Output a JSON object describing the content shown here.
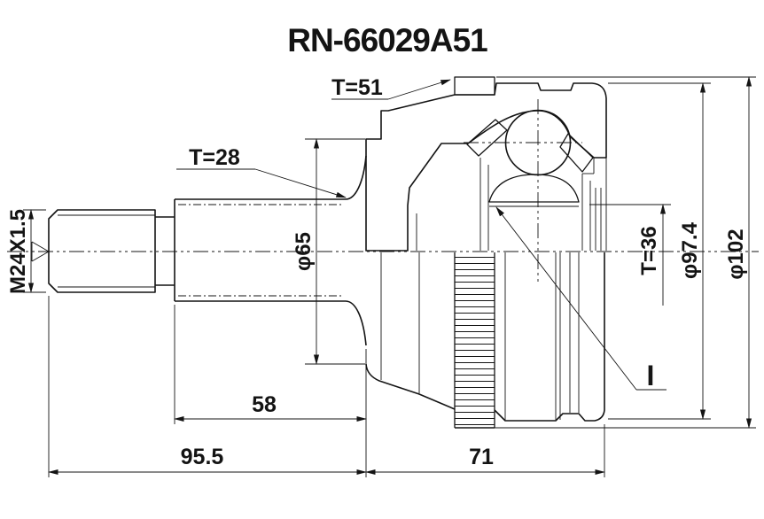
{
  "title": "RN-66029A51",
  "labels": {
    "abs_ring_teeth": "T=51",
    "shaft_spline_teeth": "T=28",
    "inner_race_spline_teeth": "T=36",
    "thread_spec": "M24X1.5",
    "boot_seat_diameter": "φ65",
    "body_diameter": "φ97.4",
    "abs_ring_diameter": "φ102",
    "spline_section_length": "58",
    "shaft_length": "95.5",
    "housing_length": "71",
    "detail_marker": "I"
  }
}
